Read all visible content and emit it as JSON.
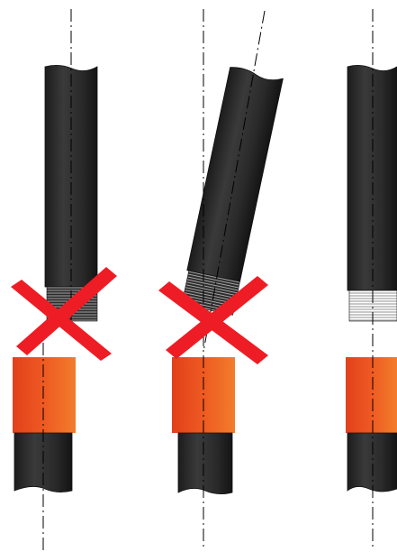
{
  "diagram": {
    "panels": [
      {
        "id": "misaligned-offset",
        "status": "incorrect",
        "marker": "red-cross-icon"
      },
      {
        "id": "misaligned-angled",
        "status": "incorrect",
        "marker": "red-cross-icon"
      },
      {
        "id": "aligned",
        "status": "correct",
        "marker": ""
      }
    ],
    "colors": {
      "pipe_dark": "#2f2f2f",
      "pipe_edge": "#1a1a1a",
      "coupling_light": "#f0722a",
      "coupling_dark": "#e0401a",
      "cross": "#ee1c24",
      "centerline": "#000000",
      "background": "#ffffff"
    }
  }
}
